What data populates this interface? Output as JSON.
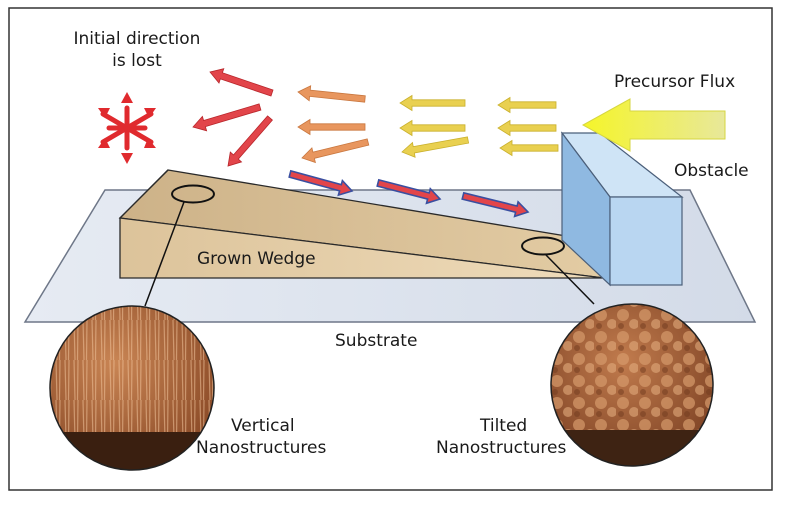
{
  "labels": {
    "initial_direction_line1": "Initial direction",
    "initial_direction_line2": "is lost",
    "precursor_flux": "Precursor Flux",
    "obstacle": "Obstacle",
    "grown_wedge": "Grown Wedge",
    "substrate": "Substrate",
    "vertical_line1": "Vertical",
    "vertical_line2": "Nanostructures",
    "tilted_line1": "Tilted",
    "tilted_line2": "Nanostructures"
  },
  "colors": {
    "frame": "#333333",
    "substrate": "#dde3ee",
    "wedge_top": "#d8bd92",
    "wedge_front": "#e6cfa7",
    "obstacle_front": "#bcd8f2",
    "obstacle_side": "#9ec4e8",
    "arrow_red": "#e2454a",
    "arrow_orange": "#e8965e",
    "arrow_yellow": "#e9d050",
    "arrow_blue_edge": "#3a4fa0",
    "flux_yellow": "#f3f230",
    "sem_brown": "#9c5a33"
  },
  "icons": {
    "scatter": "scatter-star-icon",
    "flux": "big-flux-arrow-icon"
  }
}
